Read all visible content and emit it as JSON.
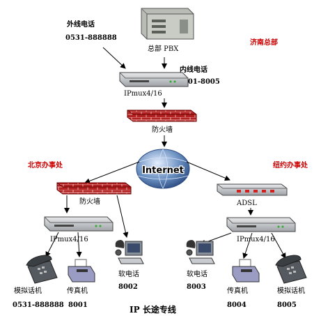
{
  "labels": {
    "hq_pbx": "总部 PBX",
    "external_phone_title": "外线电话",
    "external_phone_number": "0531-888888",
    "hq_name": "济南总部",
    "internal_phone_title": "内线电话",
    "internal_phone_range": "8001-8005",
    "ipmux_top": "IPmux4/16",
    "firewall_top": "防火墙",
    "internet": "Internet",
    "beijing_office": "北京办事处",
    "newyork_office": "纽约办事处",
    "firewall_left": "防火墙",
    "adsl": "ADSL",
    "ipmux_left": "IPmux4/16",
    "ipmux_right": "IPmux4/16",
    "softphone_left": "软电话",
    "softphone_left_num": "8002",
    "softphone_right": "软电话",
    "softphone_right_num": "8003",
    "analog_left": "模拟话机",
    "analog_left_num": "0531-888888",
    "fax_left": "传真机",
    "fax_left_num": "8001",
    "fax_right": "传真机",
    "fax_right_num": "8004",
    "analog_right": "模拟话机",
    "analog_right_num": "8005",
    "footer_title": "IP 长途专线"
  },
  "colors": {
    "firewall": "#b22222",
    "brick_line": "#ffd0d0",
    "device_body": "#c8ccd0",
    "office_title": "#cc0000",
    "globe": "#6a8fc0",
    "adsl_led": "#d02020"
  },
  "icons": {
    "pbx": "pbx-server-icon",
    "router": "router-icon",
    "firewall": "firewall-icon",
    "internet": "globe-icon",
    "phone": "telephone-icon",
    "fax": "fax-machine-icon",
    "softphone": "computer-headset-icon"
  }
}
